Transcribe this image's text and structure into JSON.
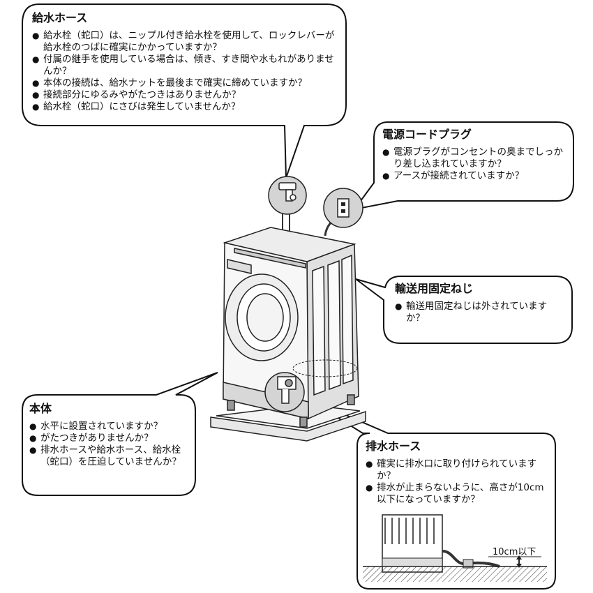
{
  "callouts": {
    "water_hose": {
      "title": "給水ホース",
      "items": [
        "給水栓（蛇口）は、ニップル付き給水栓を使用して、ロックレバーが給水栓のつばに確実にかかっていますか？",
        "付属の継手を使用している場合は、傾き、すき間や水もれがありませんか？",
        "本体の接続は、給水ナットを最後まで確実に締めていますか？",
        "接続部分にゆるみやがたつきはありませんか？",
        "給水栓（蛇口）にさびは発生していませんか？"
      ]
    },
    "power_plug": {
      "title": "電源コードプラグ",
      "items": [
        "電源プラグがコンセントの奥までしっかり差し込まれていますか？",
        "アースが接続されていますか？"
      ]
    },
    "transport_screw": {
      "title": "輸送用固定ねじ",
      "items": [
        "輸送用固定ねじは外されていますか？"
      ]
    },
    "main_body": {
      "title": "本体",
      "items": [
        "水平に設置されていますか？",
        "がたつきがありませんか？",
        "排水ホースや給水ホース、給水栓（蛇口）を圧迫していませんか？"
      ]
    },
    "drain_hose": {
      "title": "排水ホース",
      "items": [
        "確実に排水口に取り付けられていますか？",
        "排水が止まらないように、高さが10cm以下になっていますか？"
      ]
    }
  },
  "drain_height_label": "10cm以下",
  "icons": [
    "water-faucet-icon",
    "power-outlet-icon",
    "washing-machine",
    "drain-outlet-icon"
  ]
}
